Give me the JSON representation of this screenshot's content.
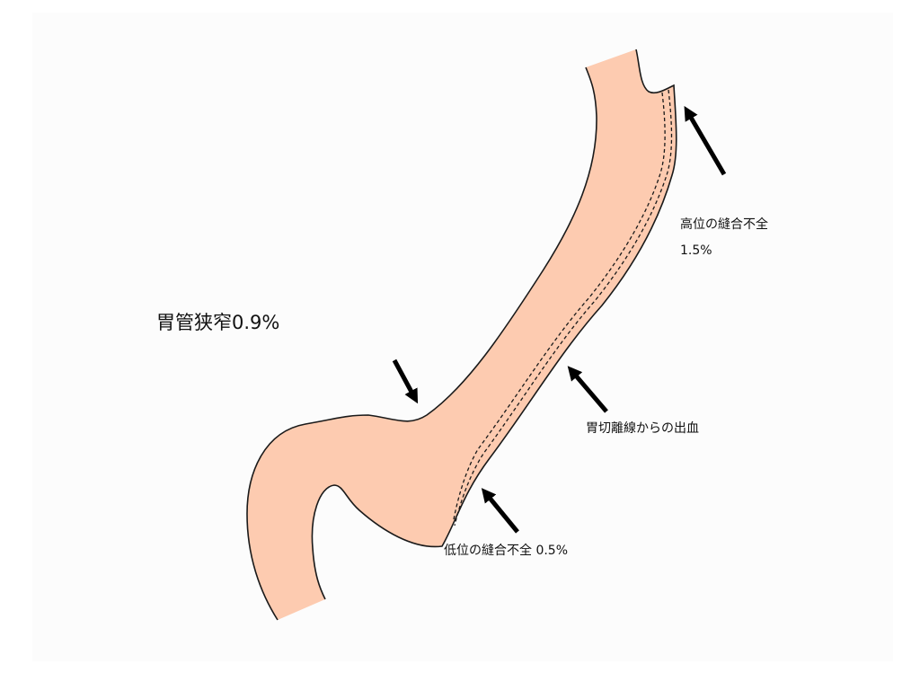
{
  "labels": {
    "stenosis": "胃管狭窄0.9%",
    "high_leak_title": "高位の縫合不全",
    "high_leak_pct": "1.5%",
    "staple_bleeding": "胃切離線からの出血",
    "low_leak": "低位の縫合不全 0.5%"
  },
  "colors": {
    "stomach_fill": "#fdcbb0",
    "outline": "#1a1a1a",
    "arrow": "#000000",
    "background": "#fcfcfc"
  }
}
